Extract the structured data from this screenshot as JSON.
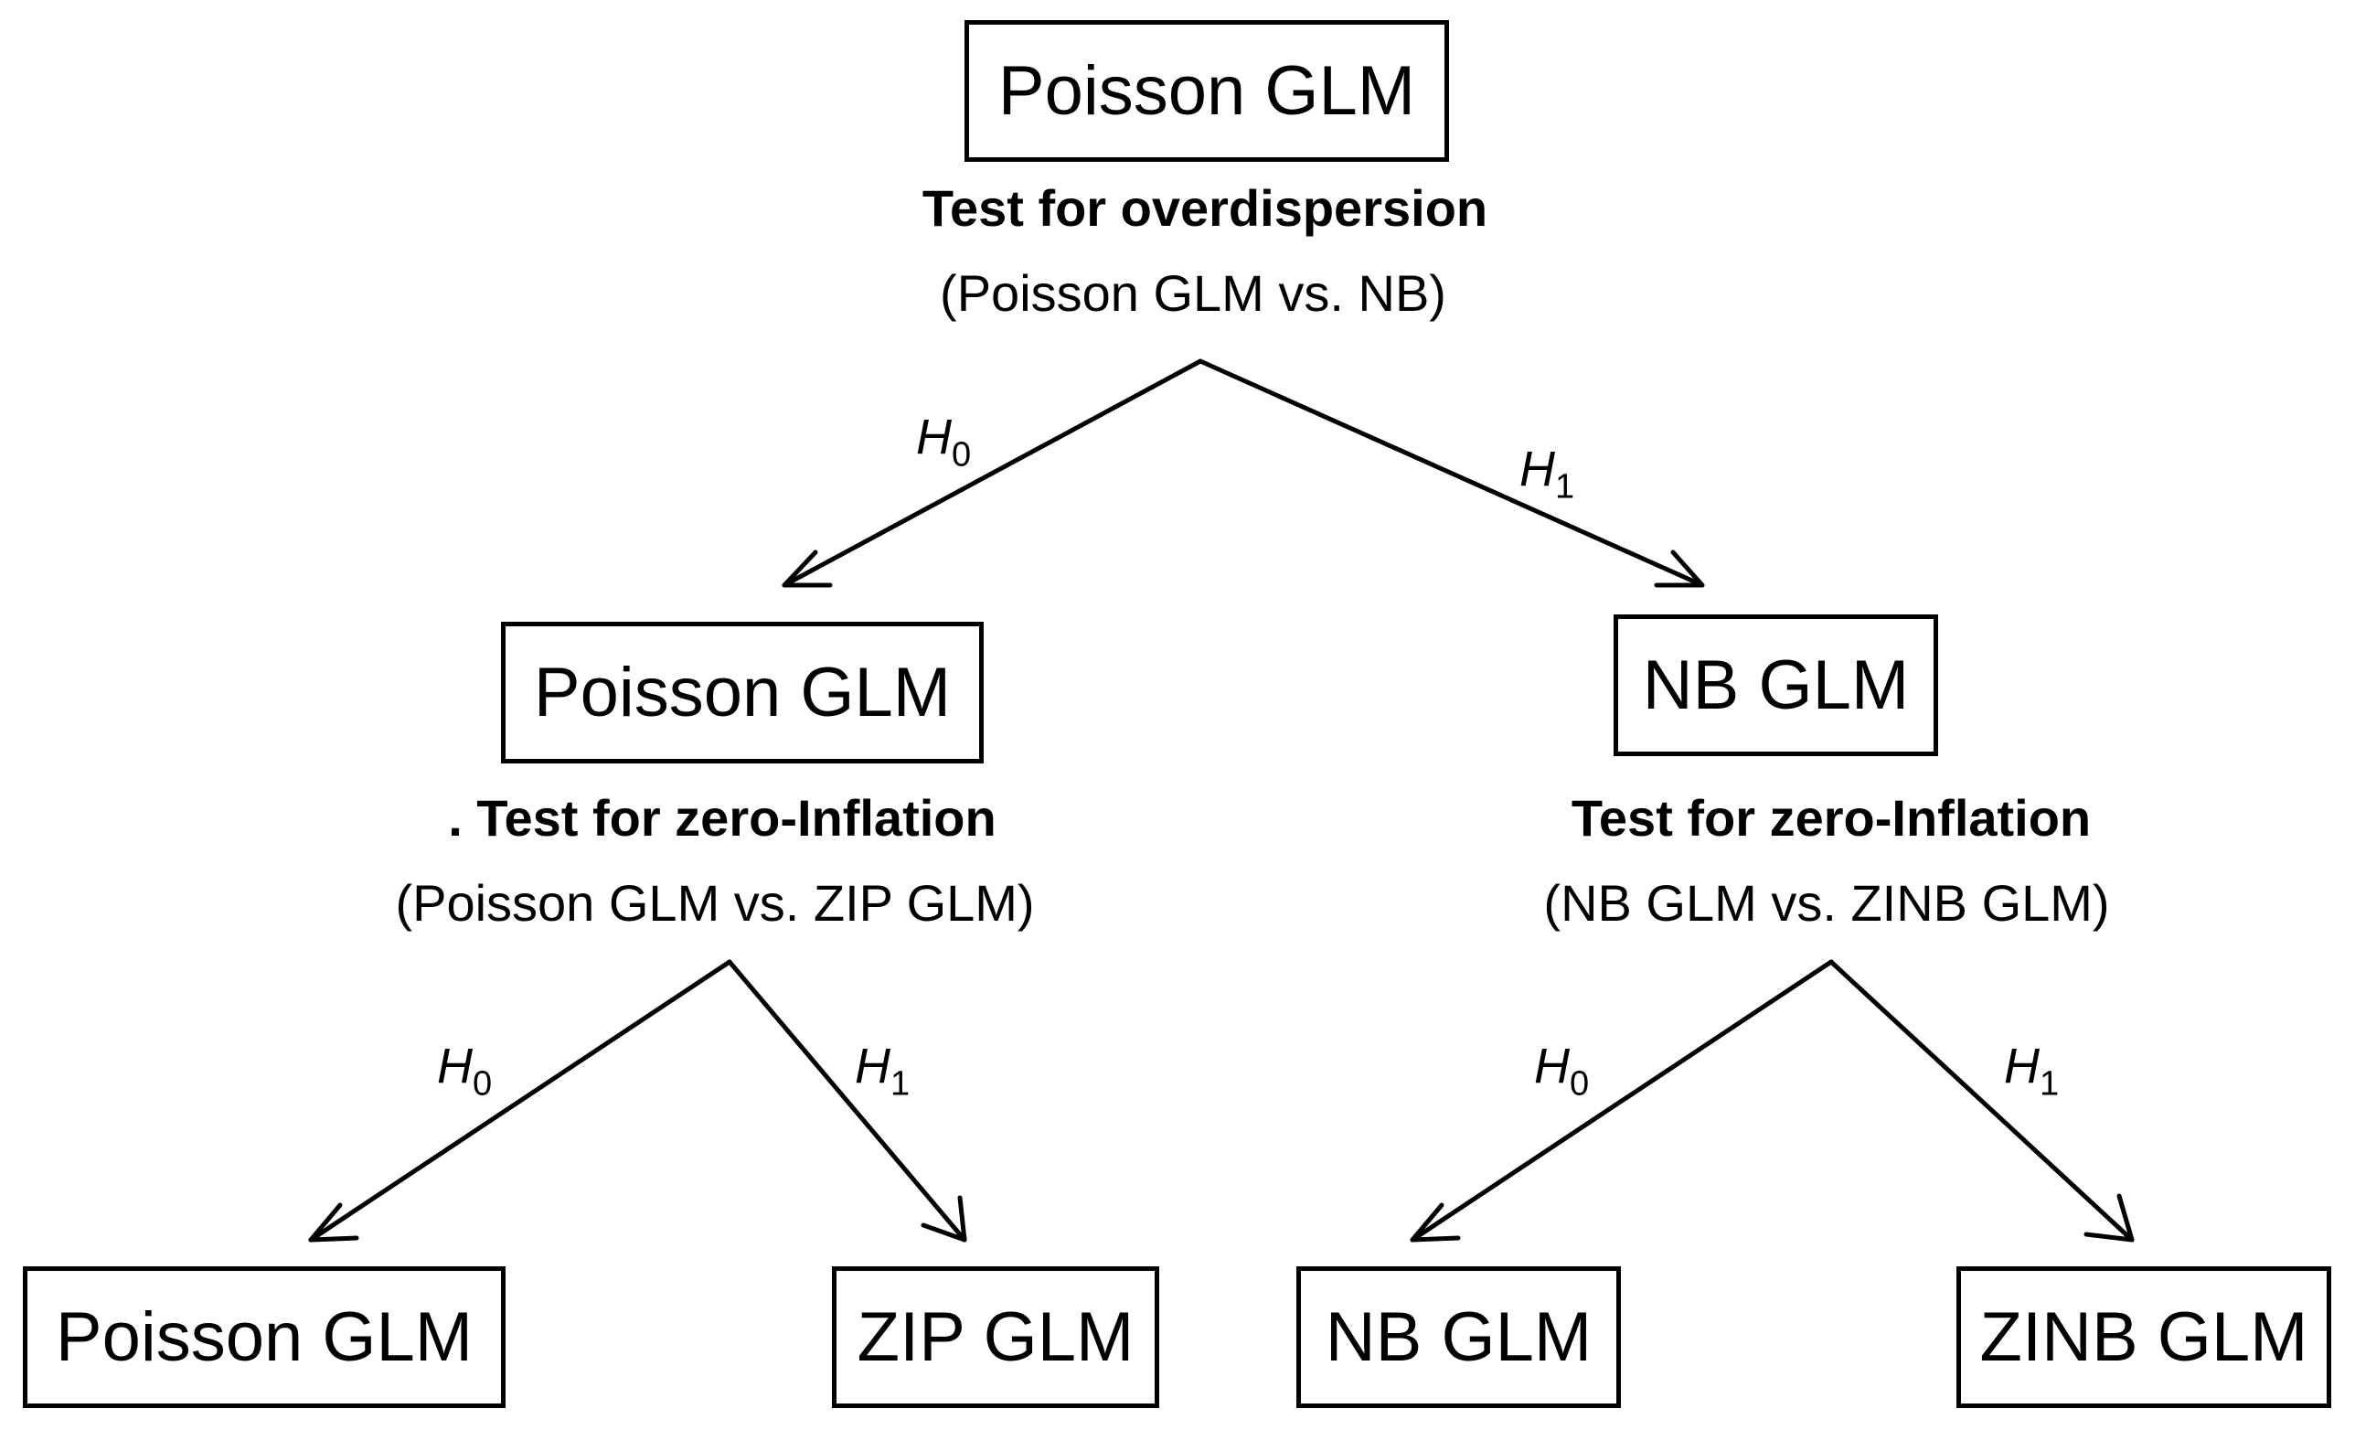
{
  "root": {
    "model": "Poisson GLM",
    "test_title": "Test for overdispersion",
    "test_sub": "(Poisson GLM vs. NB)"
  },
  "left": {
    "model": "Poisson GLM",
    "test_title": ". Test for zero-Inflation",
    "test_sub": "(Poisson GLM vs. ZIP GLM)"
  },
  "right": {
    "model": "NB GLM",
    "test_title": "Test for zero-Inflation",
    "test_sub": "(NB GLM vs. ZINB GLM)"
  },
  "leaves": {
    "ll": "Poisson GLM",
    "lr": "ZIP GLM",
    "rl": "NB GLM",
    "rr": "ZINB GLM"
  },
  "hyp": {
    "h": "H",
    "null_sub": "0",
    "alt_sub": "1"
  }
}
